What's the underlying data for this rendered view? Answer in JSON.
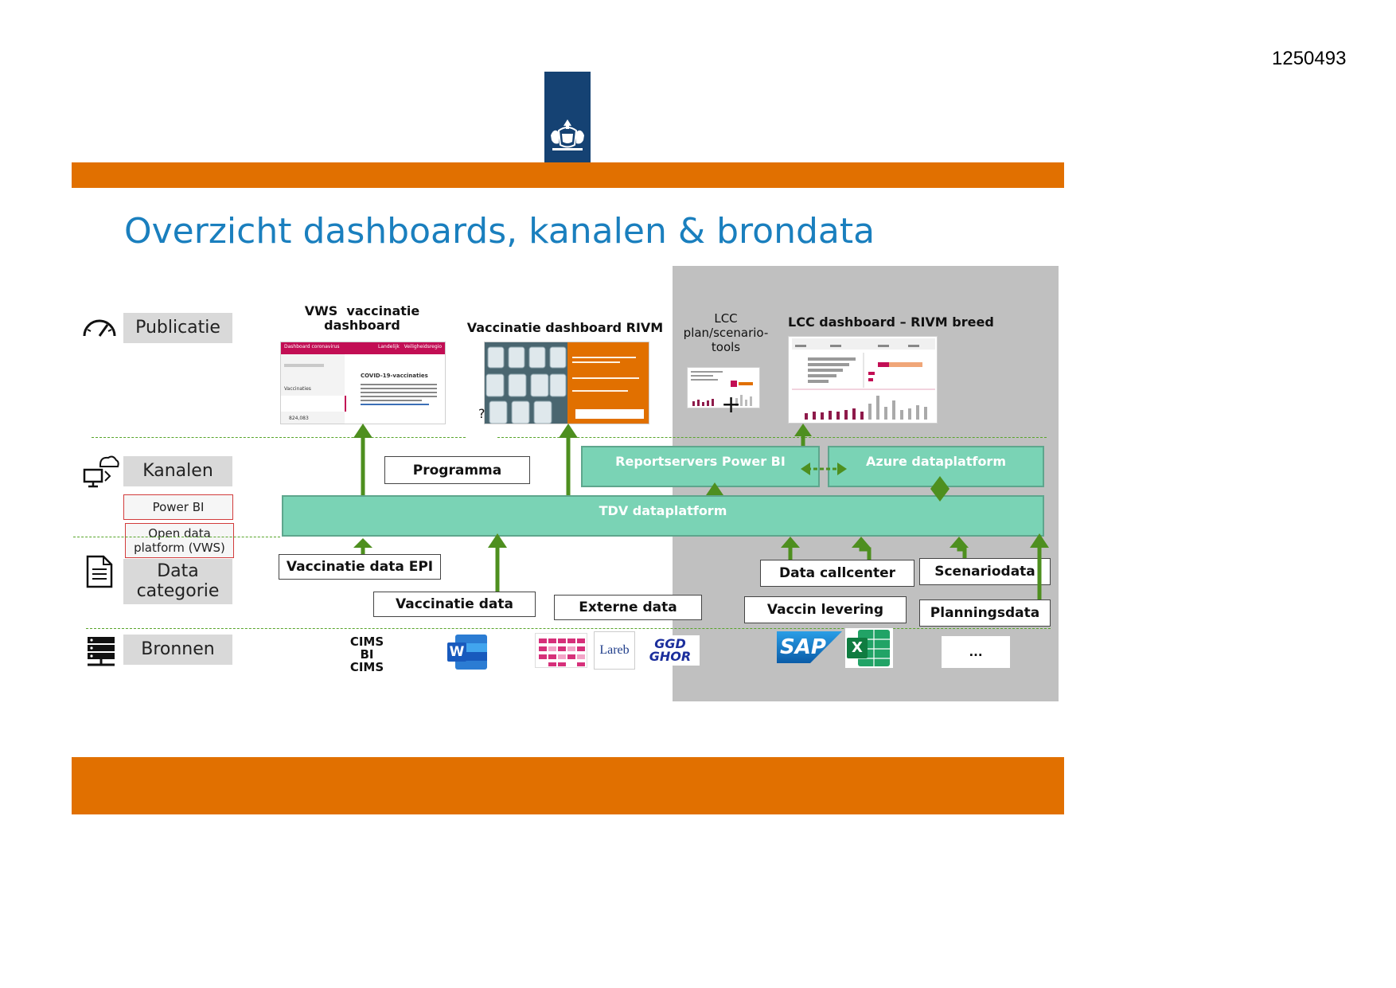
{
  "document_number": "1250493",
  "title": "Overzicht dashboards, kanalen & brondata",
  "rows": {
    "publicatie": "Publicatie",
    "kanalen": "Kanalen",
    "data_categorie": "Data categorie",
    "bronnen": "Bronnen"
  },
  "kanalen_boxes": {
    "power_bi": "Power BI",
    "open_data": "Open data platform (VWS)"
  },
  "publicatie_items": {
    "vws_dashboard": "VWS  vaccinatie dashboard",
    "rivm_dashboard": "Vaccinatie dashboard RIVM",
    "lcc_tools": "LCC plan/scenario-tools",
    "lcc_dashboard": "LCC dashboard – RIVM breed",
    "question_mark": "?",
    "plus": "+"
  },
  "vws_thumb": {
    "header": "Dashboard coronavirus",
    "tab1": "Landelijk",
    "tab2": "Veiligheidsregio",
    "sidebar_item": "Vaccinaties",
    "heading": "COVID-19-vaccinaties",
    "count": "824,083"
  },
  "channels": {
    "programma": "Programma",
    "reportservers": "Reportservers Power BI",
    "azure": "Azure dataplatform",
    "tdv": "TDV dataplatform"
  },
  "data_categories": {
    "epi": "Vaccinatie data EPI",
    "vaccinatie": "Vaccinatie data",
    "externe": "Externe data",
    "callcenter": "Data callcenter",
    "scenario": "Scenariodata",
    "vaccin_levering": "Vaccin levering",
    "planning": "Planningsdata"
  },
  "sources": {
    "cims": "CIMS BI CIMS",
    "word_letter": "W",
    "lareb": "Lareb",
    "ggd": "GGD GHOR",
    "sap": "SAP",
    "excel_letter": "X",
    "more": "..."
  },
  "colors": {
    "orange": "#e17000",
    "title_blue": "#1a7fbe",
    "logo_blue": "#154273",
    "teal": "#7ad3b5",
    "arrow_green": "#4e8f1f",
    "panel_grey": "#c0c0c0"
  }
}
